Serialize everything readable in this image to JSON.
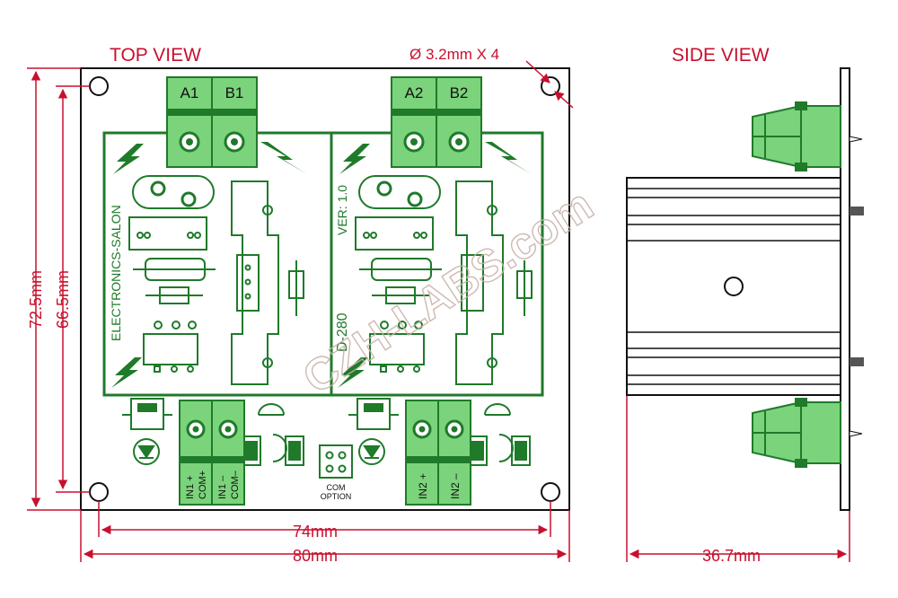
{
  "labels": {
    "top_view": "TOP VIEW",
    "side_view": "SIDE VIEW",
    "holes": "Ø 3.2mm  X 4"
  },
  "dimensions": {
    "height_outer": "72.5mm",
    "height_inner": "66.5mm",
    "width_inner": "74mm",
    "width_outer": "80mm",
    "side_width": "36.7mm"
  },
  "terminals": {
    "a1": "A1",
    "b1": "B1",
    "a2": "A2",
    "b2": "B2",
    "in1_plus": "IN1 +",
    "in1_com_plus": "COM+",
    "in1_minus": "IN1 –",
    "in1_com_minus": "COM–",
    "in2_plus": "IN2 +",
    "in2_minus": "IN2 –",
    "com": "COM",
    "option": "OPTION"
  },
  "board": {
    "brand": "ELECTRONICS-SALON",
    "version": "VER: 1.0",
    "model": "D-280"
  },
  "watermark": "CZH-LABS.com",
  "colors": {
    "dimension": "#c8102e",
    "pcb": "#1f7a2a",
    "terminal": "#7bd37b"
  }
}
